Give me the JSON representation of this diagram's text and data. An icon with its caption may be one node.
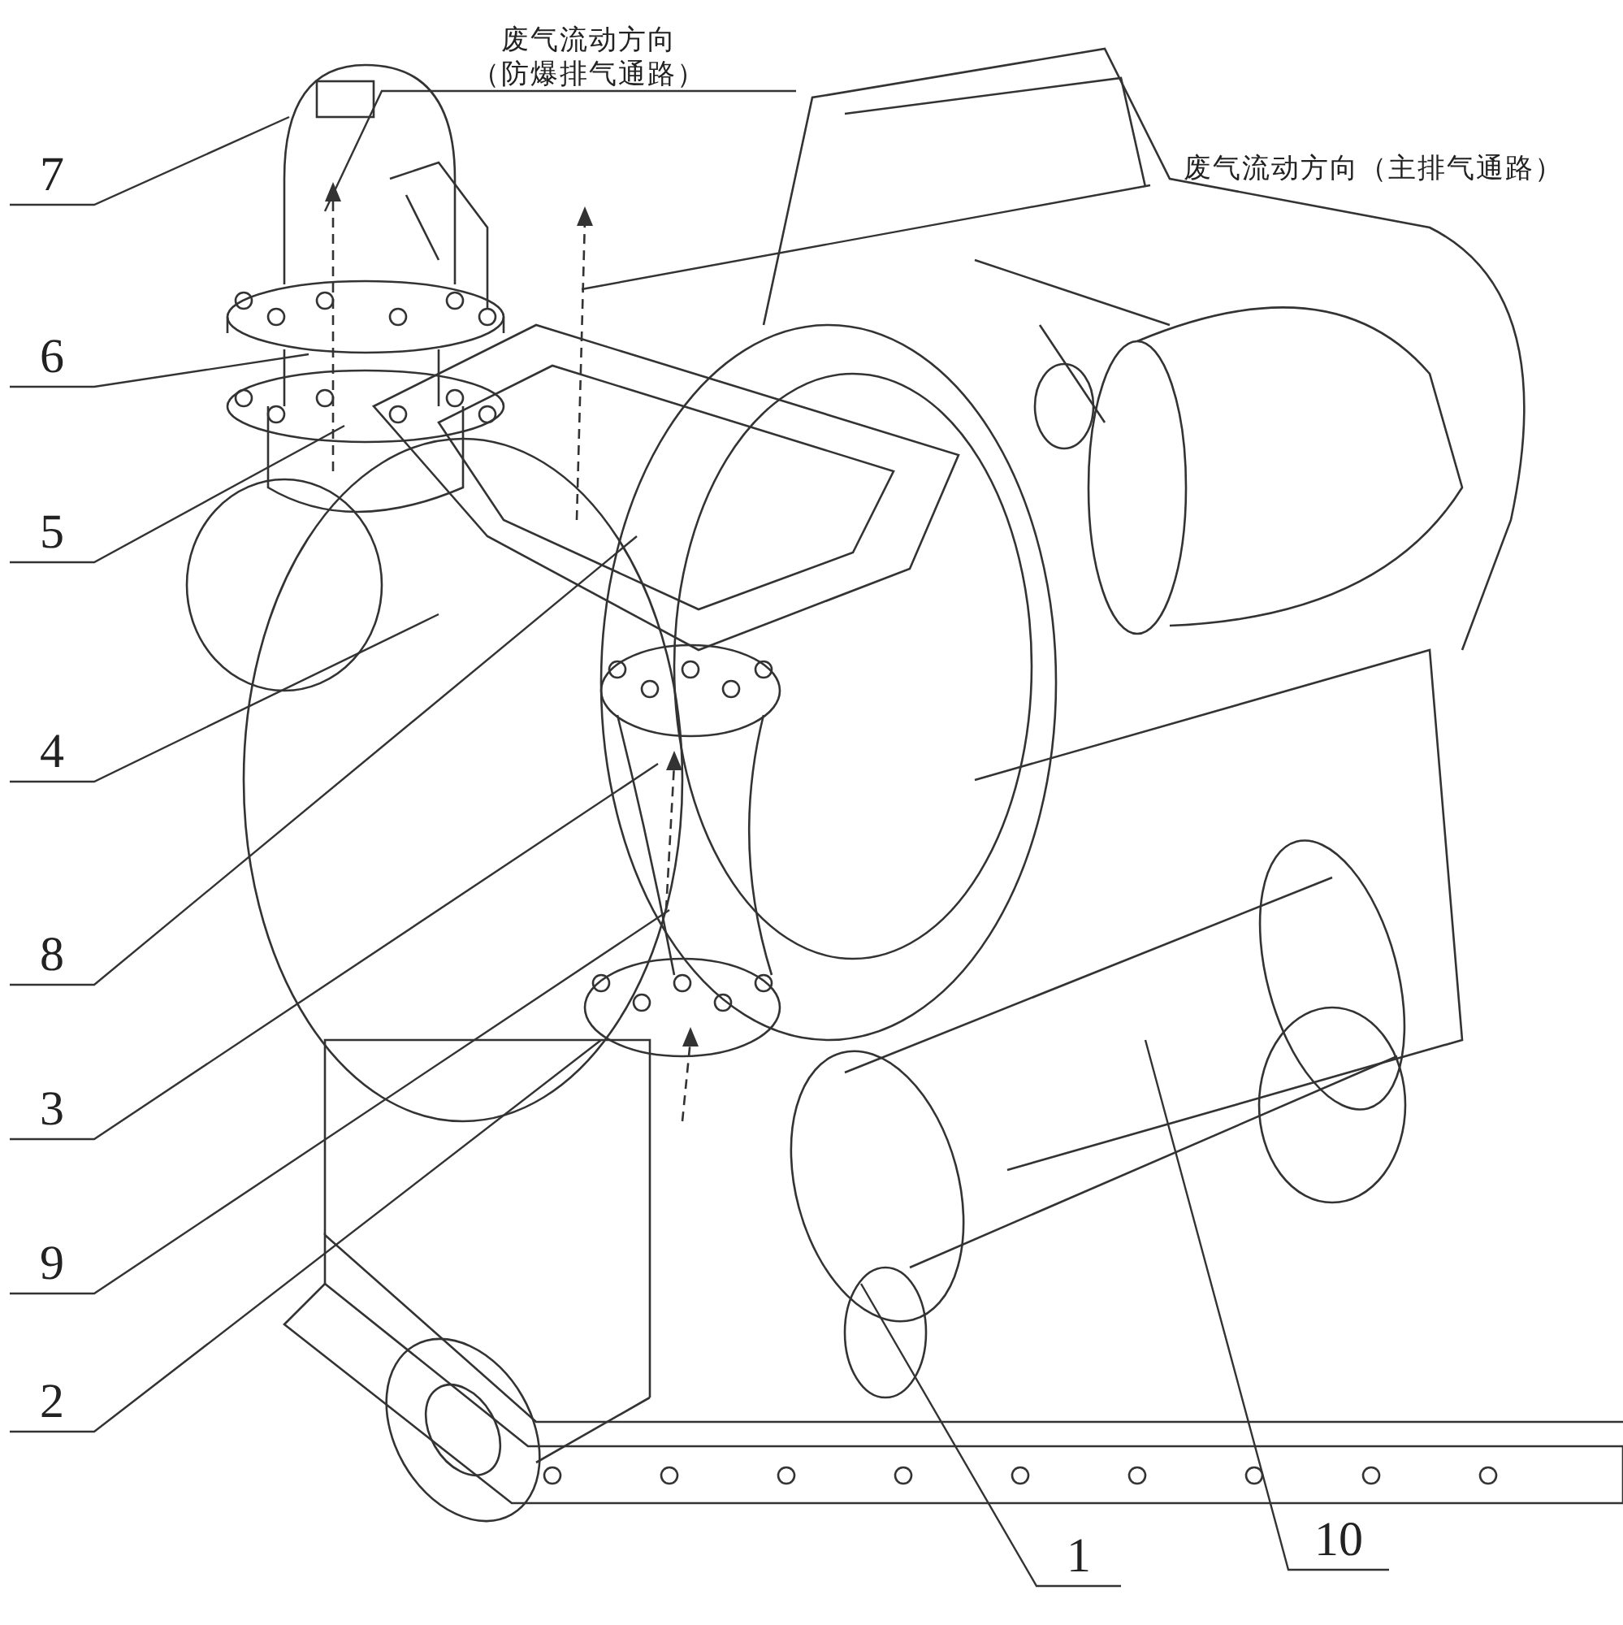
{
  "diagram": {
    "nodes": [
      {
        "text": [
          "废气流动方向",
          "（防爆排气通路）"
        ]
      },
      {
        "text": [
          "废气流动方向（主排气通路）"
        ]
      },
      {
        "text": [
          "7"
        ]
      },
      {
        "text": [
          "6"
        ]
      },
      {
        "text": [
          "5"
        ]
      },
      {
        "text": [
          "4"
        ]
      },
      {
        "text": [
          "8"
        ]
      },
      {
        "text": [
          "3"
        ]
      },
      {
        "text": [
          "9"
        ]
      },
      {
        "text": [
          "2"
        ]
      },
      {
        "text": [
          "1"
        ]
      },
      {
        "text": [
          "10"
        ]
      }
    ],
    "edges": [
      {
        "from": 0,
        "to": null,
        "arrow": "none"
      },
      {
        "from": 1,
        "to": null,
        "arrow": "none"
      },
      {
        "from": 2,
        "to": null,
        "arrow": "none"
      },
      {
        "from": 3,
        "to": null,
        "arrow": "none"
      },
      {
        "from": 4,
        "to": null,
        "arrow": "none"
      },
      {
        "from": 5,
        "to": null,
        "arrow": "none"
      },
      {
        "from": 6,
        "to": null,
        "arrow": "none"
      },
      {
        "from": 7,
        "to": null,
        "arrow": "none"
      },
      {
        "from": 8,
        "to": null,
        "arrow": "none"
      },
      {
        "from": 9,
        "to": null,
        "arrow": "none"
      },
      {
        "from": 10,
        "to": null,
        "arrow": "none"
      },
      {
        "from": 11,
        "to": null,
        "arrow": "none"
      }
    ]
  }
}
